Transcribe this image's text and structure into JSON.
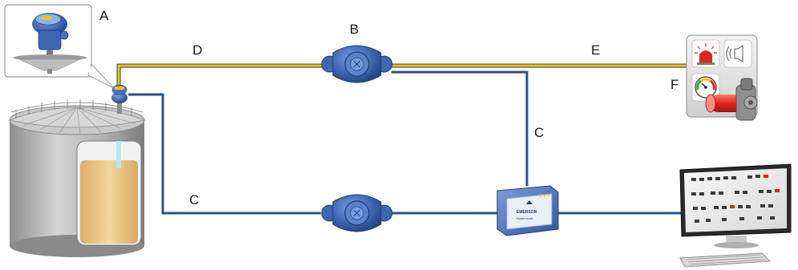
{
  "labels": {
    "a": "A",
    "b": "B",
    "c_upper": "C",
    "c_lower": "C",
    "d": "D",
    "e": "E",
    "f": "F"
  },
  "device": {
    "brand": "EMERSON",
    "model": "Rosemount"
  },
  "colors": {
    "wired_line": "#2d4f8f",
    "highlight_line": "#f2c318",
    "device_blue": "#3f66b2",
    "tank_gray": "#b9b9b9",
    "liquid": "#efc98a",
    "alarm_red": "#e2231a"
  },
  "icons": [
    "level-transmitter-icon",
    "wireless-adapter-icon",
    "wireless-gateway-icon",
    "alarm-beacon-icon",
    "horn-icon",
    "pressure-gauge-icon",
    "valve-actuator-icon",
    "monitor-icon",
    "keyboard-icon",
    "storage-tank-icon"
  ]
}
